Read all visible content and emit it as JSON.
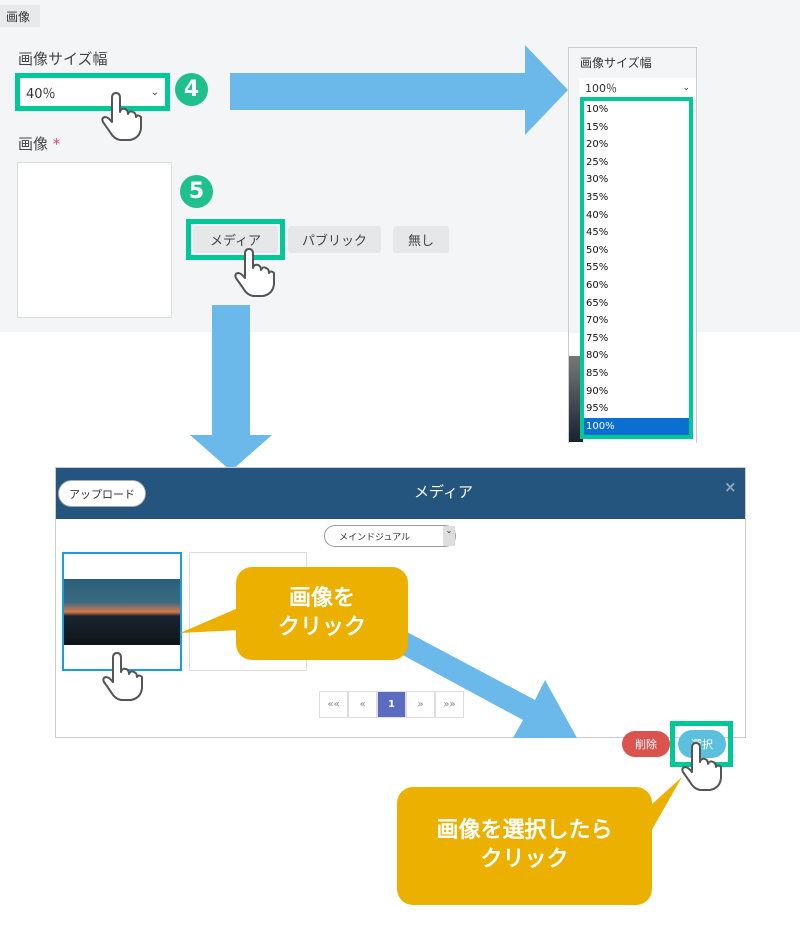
{
  "panel": {
    "tab": "画像",
    "size_label": "画像サイズ幅",
    "size_value": "40％",
    "image_label": "画像",
    "required_mark": "*",
    "buttons": {
      "media": "メディア",
      "public": "パブリック",
      "none": "無し"
    }
  },
  "steps": {
    "four": "4",
    "five": "5"
  },
  "dropdown": {
    "label": "画像サイズ幅",
    "value": "100％",
    "options": [
      "10%",
      "15%",
      "20%",
      "25%",
      "30%",
      "35%",
      "40%",
      "45%",
      "50%",
      "55%",
      "60%",
      "65%",
      "70%",
      "75%",
      "80%",
      "85%",
      "90%",
      "95%",
      "100%"
    ],
    "selected": "100%"
  },
  "modal": {
    "upload": "アップロード",
    "title": "メディア",
    "close": "×",
    "folder": "メインドジュアル",
    "pagination": [
      "««",
      "«",
      "1",
      "»",
      "»»"
    ],
    "delete": "削除",
    "select": "選択"
  },
  "callouts": {
    "click_image_1": "画像を",
    "click_image_2": "クリック",
    "after_select_1": "画像を選択したら",
    "after_select_2": "クリック"
  },
  "colors": {
    "green": "#00c896",
    "accent_blue": "#6bb8ea",
    "modal_header": "#24557f",
    "callout": "#ebb000"
  }
}
